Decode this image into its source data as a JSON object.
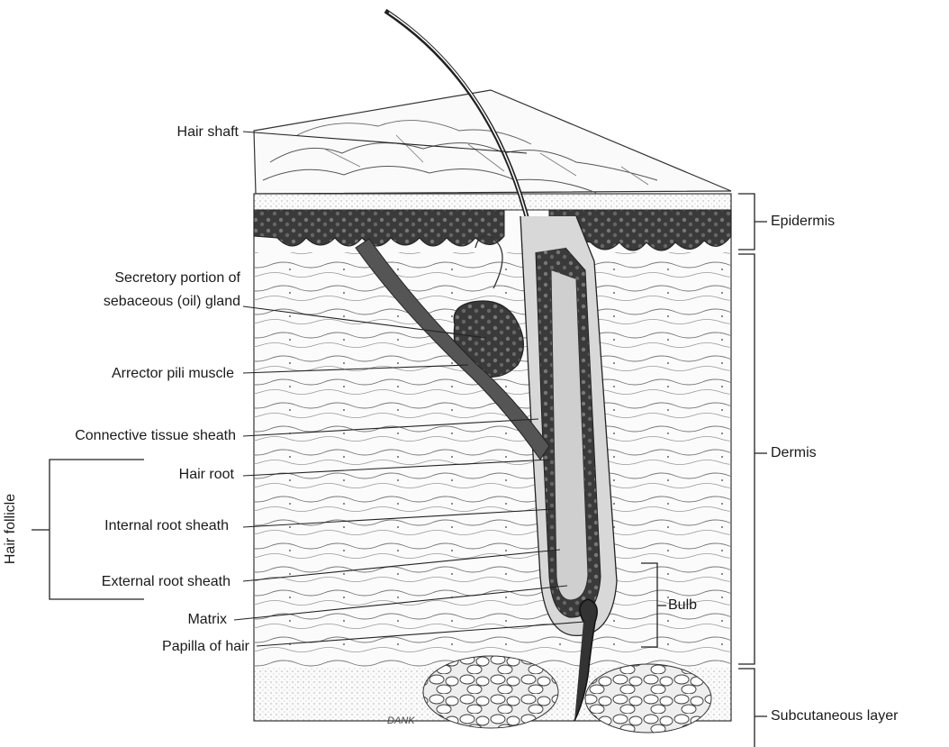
{
  "labels": {
    "hair_shaft": "Hair shaft",
    "secretory_line1": "Secretory portion of",
    "secretory_line2": "sebaceous (oil) gland",
    "arrector": "Arrector pili muscle",
    "connective": "Connective tissue sheath",
    "hair_root": "Hair root",
    "internal_root": "Internal root sheath",
    "external_root": "External root sheath",
    "matrix": "Matrix",
    "papilla": "Papilla of hair",
    "hair_follicle": "Hair follicle",
    "bulb": "Bulb",
    "epidermis": "Epidermis",
    "dermis": "Dermis",
    "subcutaneous": "Subcutaneous layer",
    "signature": "DANK"
  },
  "colors": {
    "ink": "#1a1a1a",
    "epidermis_band": "#3a3a3a",
    "tissue": "#f3f3f3",
    "fat": "#dcdcdc"
  }
}
